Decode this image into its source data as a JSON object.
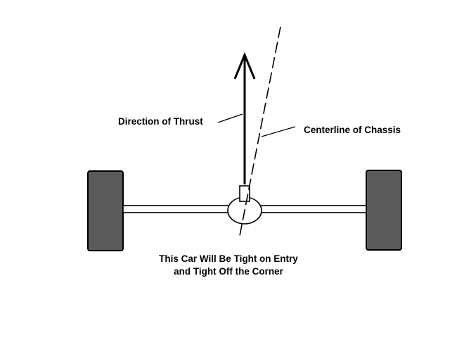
{
  "labels": {
    "thrust": "Direction of Thrust",
    "centerline": "Centerline of Chassis",
    "caption_line1": "This Car Will Be Tight on Entry",
    "caption_line2": "and Tight Off the Corner"
  },
  "colors": {
    "tire": "#5a5a5a",
    "line": "#000000",
    "axle_fill": "#ffffff",
    "background": "#ffffff"
  }
}
